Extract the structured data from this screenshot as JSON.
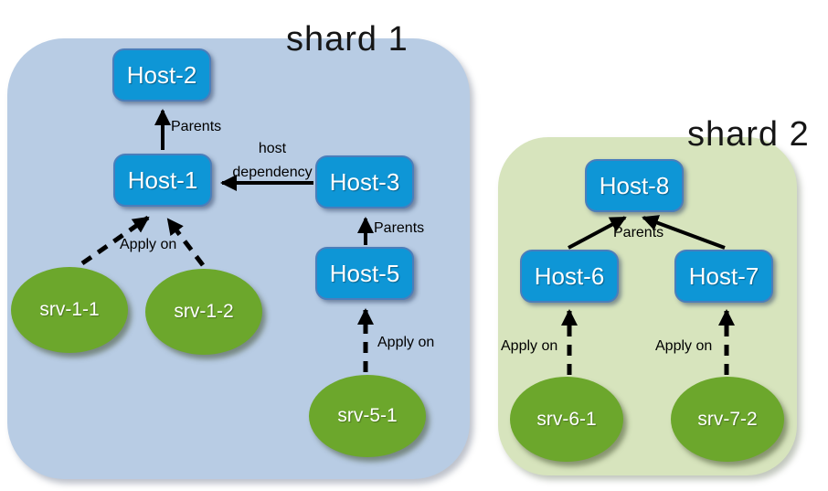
{
  "colors": {
    "shard1_bg": "#b8cce4",
    "shard2_bg": "#d7e4bd",
    "host_fill": "#0e96d6",
    "host_border": "#4a7ebb",
    "service_fill": "#6ca72c",
    "arrow": "#000000"
  },
  "shards": [
    {
      "title": "shard 1",
      "hosts": [
        {
          "label": "Host-2"
        },
        {
          "label": "Host-1"
        },
        {
          "label": "Host-3"
        },
        {
          "label": "Host-5"
        }
      ],
      "services": [
        {
          "label": "srv-1-1"
        },
        {
          "label": "srv-1-2"
        },
        {
          "label": "srv-5-1"
        }
      ]
    },
    {
      "title": "shard 2",
      "hosts": [
        {
          "label": "Host-8"
        },
        {
          "label": "Host-6"
        },
        {
          "label": "Host-7"
        }
      ],
      "services": [
        {
          "label": "srv-6-1"
        },
        {
          "label": "srv-7-2"
        }
      ]
    }
  ],
  "edge_labels": {
    "parents": "Parents",
    "apply_on": "Apply on",
    "host_dependency": "host dependency"
  },
  "relations": [
    {
      "from": "Host-1",
      "to": "Host-2",
      "label": "Parents",
      "style": "solid"
    },
    {
      "from": "Host-3",
      "to": "Host-1",
      "label": "host dependency",
      "style": "solid"
    },
    {
      "from": "Host-5",
      "to": "Host-3",
      "label": "Parents",
      "style": "solid"
    },
    {
      "from": "srv-1-1",
      "to": "Host-1",
      "label": "Apply on",
      "style": "dashed"
    },
    {
      "from": "srv-1-2",
      "to": "Host-1",
      "label": "Apply on",
      "style": "dashed"
    },
    {
      "from": "srv-5-1",
      "to": "Host-5",
      "label": "Apply on",
      "style": "dashed"
    },
    {
      "from": "Host-6",
      "to": "Host-8",
      "label": "Parents",
      "style": "solid"
    },
    {
      "from": "Host-7",
      "to": "Host-8",
      "label": "Parents",
      "style": "solid"
    },
    {
      "from": "srv-6-1",
      "to": "Host-6",
      "label": "Apply on",
      "style": "dashed"
    },
    {
      "from": "srv-7-2",
      "to": "Host-7",
      "label": "Apply on",
      "style": "dashed"
    }
  ]
}
